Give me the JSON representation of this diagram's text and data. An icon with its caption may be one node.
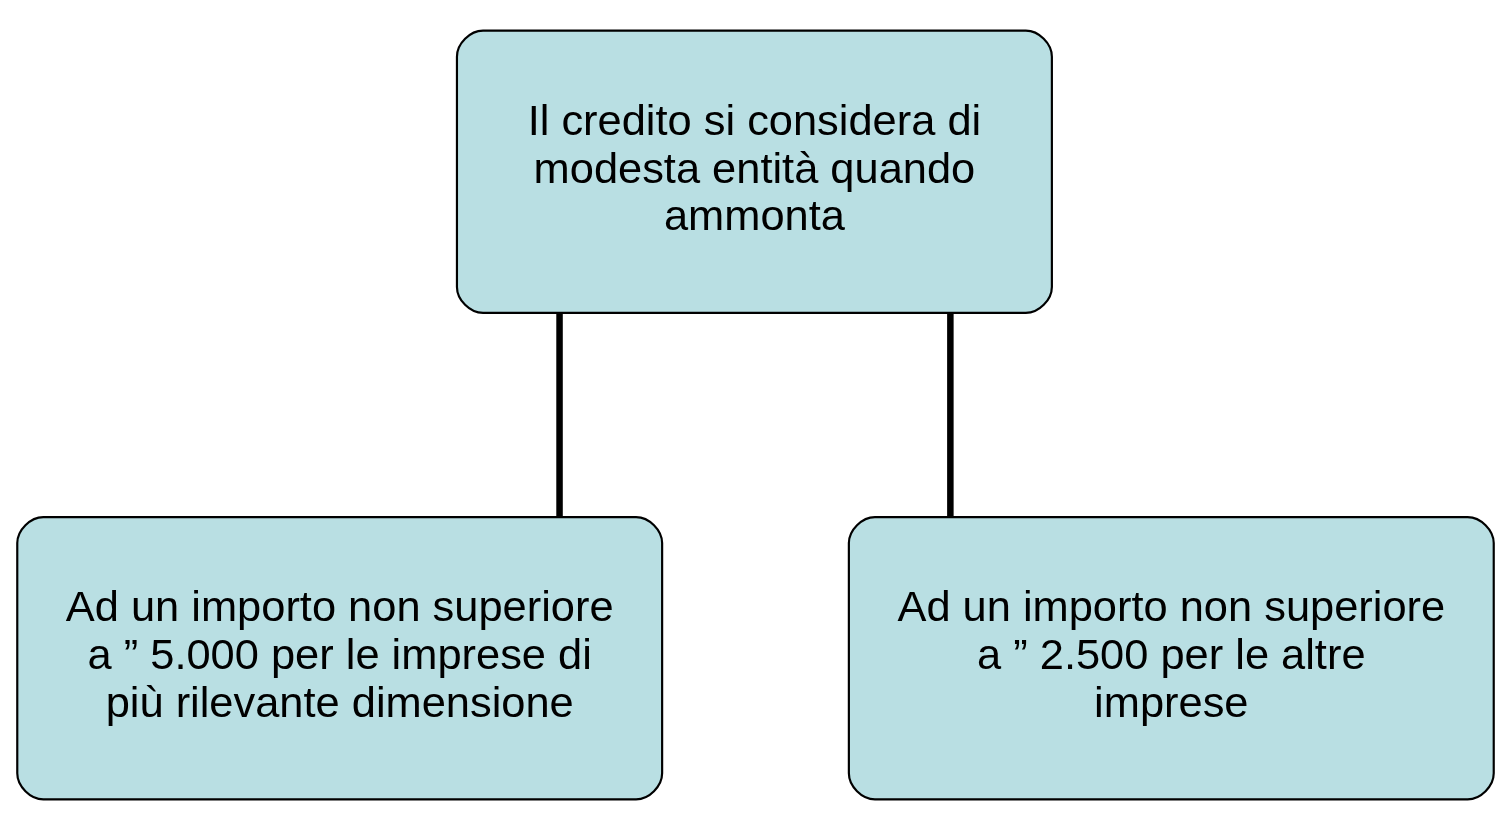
{
  "diagram": {
    "nodes": [
      {
        "text": [
          "Il credito si considera di modesta entità quando ammonta"
        ]
      },
      {
        "text": [
          "Ad un importo non superiore a ” 5.000 per le imprese di più rilevante dimensione"
        ]
      },
      {
        "text": [
          "Ad un importo non superiore a ” 2.500 per le altre imprese"
        ]
      }
    ],
    "edges": [
      {
        "from": 0,
        "to": 1,
        "arrow": "none"
      },
      {
        "from": 0,
        "to": 2,
        "arrow": "none"
      }
    ]
  }
}
